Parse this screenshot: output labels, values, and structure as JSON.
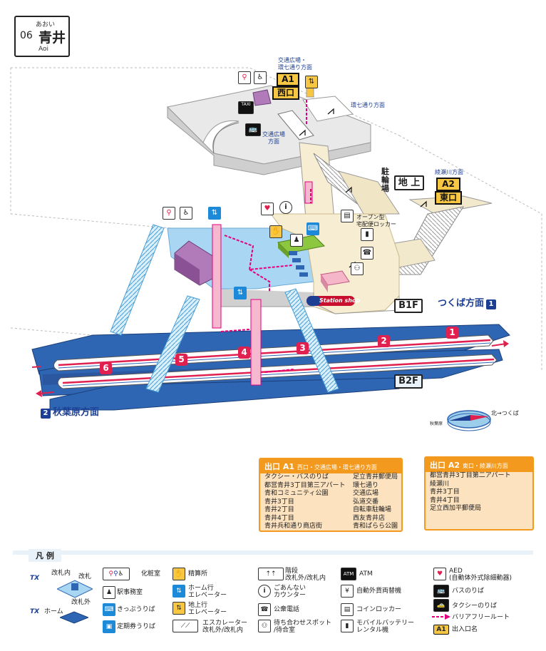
{
  "station": {
    "ruby": "あおい",
    "number": "06",
    "name": "青井",
    "roman": "Aoi"
  },
  "exits": {
    "a1": {
      "code": "A1",
      "name": "西口",
      "direction": "交通広場・\n環七通り方面"
    },
    "a2": {
      "code": "A2",
      "name": "東口",
      "direction": "綾瀬川方面"
    }
  },
  "labels": {
    "kanana_dori": "環七通り方面",
    "kotsu_hiroba": "交通広場\n方面",
    "chushajo": "駐\n輪\n場",
    "chijo": "地 上",
    "b1f": "B1F",
    "b2f": "B2F",
    "open_locker": "オープン型\n宅配便ロッカー",
    "station_shop": "Station shop",
    "tsukuba_dir": "つくば方面",
    "tsukuba_num": "1",
    "akihabara_dir": "秋葉原方面",
    "akihabara_num": "2",
    "compass_north": "北",
    "compass_tsukuba": "つくば",
    "compass_akihabara": "秋葉原"
  },
  "platforms": [
    "1",
    "2",
    "3",
    "4",
    "5",
    "6"
  ],
  "info_a1": {
    "title": "出口 A1",
    "subtitle": "西口・交通広場・環七通り方面",
    "col1": [
      "タクシー・バスのりば",
      "都営青井3丁目第三アパート",
      "青和コミュニティ公園",
      "青井3丁目",
      "青井2丁目",
      "青井4丁目",
      "青井兵和通り商店街"
    ],
    "col2": [
      "足立青井郵便局",
      "環七通り",
      "交通広場",
      "弘道交番",
      "自転車駐輪場",
      "西友青井店",
      "青和ぱらら公園"
    ]
  },
  "info_a2": {
    "title": "出口 A2",
    "subtitle": "東口・綾瀬川方面",
    "items": [
      "都営青井3丁目第二アパート",
      "綾瀬川",
      "青井3丁目",
      "青井4丁目",
      "足立西加平郵便局"
    ]
  },
  "legend": {
    "title": "凡 例",
    "kaisatsu_nai": "改札内",
    "kaisatsu": "改札",
    "kaisatsu_gai": "改札外",
    "home": "ホーム",
    "items": {
      "toilet": "化粧室",
      "ekimu": "駅事務室",
      "kippu": "きっぷうりば",
      "teiki": "定期券うりば",
      "seisan": "精算所",
      "home_elev": "ホーム行\nエレベーター",
      "chijo_elev": "地上行\nエレベーター",
      "escalator": "エスカレーター\n改札外/改札内",
      "kaidan": "階段\n改札外/改札内",
      "annai": "ごあんない\nカウンター",
      "koshu": "公衆電話",
      "machiai": "待ち合わせスポット\n/待合室",
      "atm": "ATM",
      "jihanki": "自動外貨両替機",
      "locker": "コインロッカー",
      "battery": "モバイルバッテリー\nレンタル機",
      "aed": "AED\n(自動体外式除細動器)",
      "bus": "バスのりば",
      "taxi": "タクシーのりば",
      "barrierfree": "バリアフリールート",
      "deguchi": "出入口名"
    },
    "icons": {
      "atm": "ATM",
      "a1": "A1",
      "tx": "TX"
    }
  },
  "icons_map": {
    "taxi": "TAXI",
    "info": "i"
  },
  "colors": {
    "platform": "#2f66b3",
    "concourse": "#a9d6f2",
    "ground": "#e9e9e9",
    "exit": "#f7c744",
    "barrier": "#e4007f",
    "train_red": "#e0204f",
    "legend_bg": "#e9f2f9",
    "info_orange": "#f39a1e"
  }
}
